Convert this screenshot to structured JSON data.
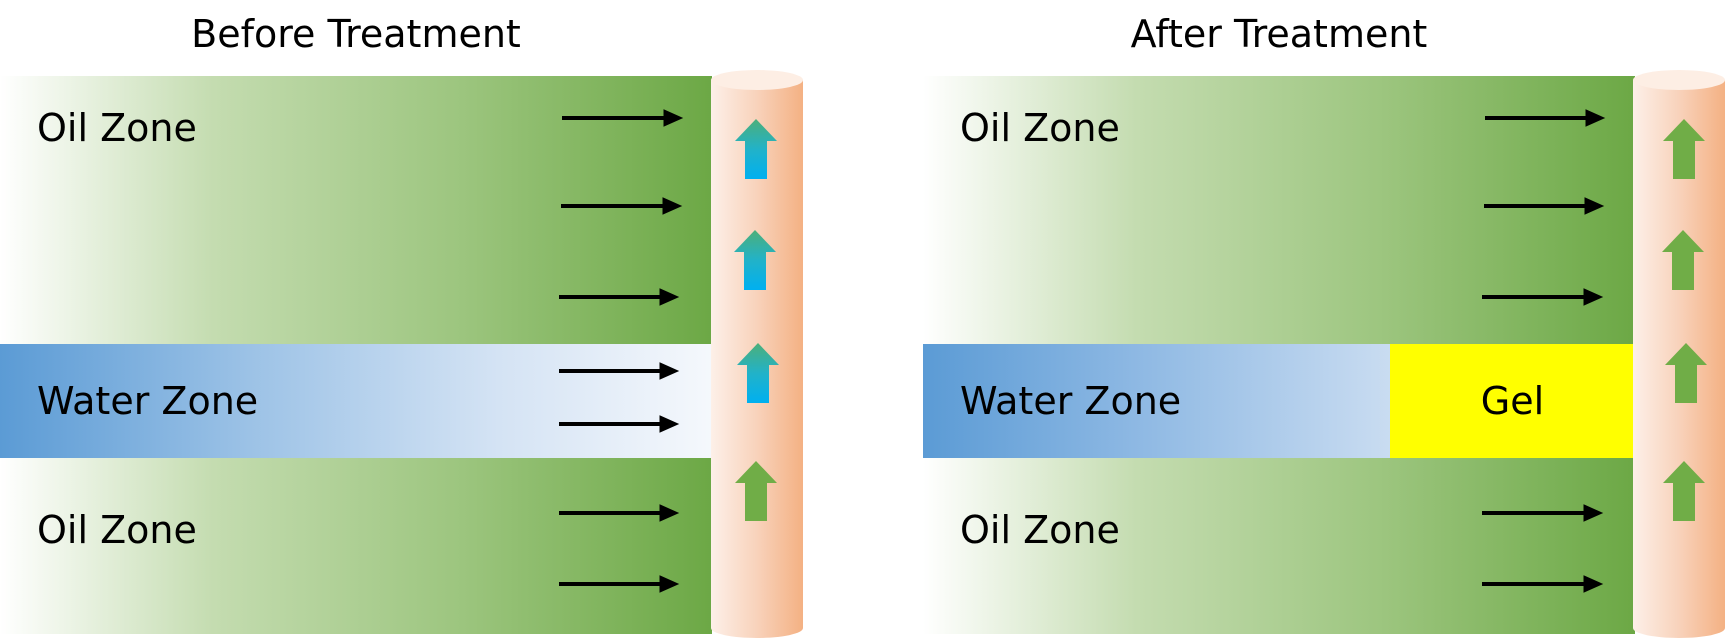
{
  "before": {
    "title": "Before Treatment",
    "oil_top_label": "Oil Zone",
    "water_label": "Water Zone",
    "oil_bottom_label": "Oil Zone"
  },
  "after": {
    "title": "After Treatment",
    "oil_top_label": "Oil Zone",
    "water_label": "Water Zone",
    "gel_label": "Gel",
    "oil_bottom_label": "Oil Zone"
  },
  "colors": {
    "oil_green": "#6ca845",
    "water_blue": "#5b9bd5",
    "gel_yellow": "#ffff00",
    "wellbore": "#f4b183",
    "water_arrow": "#00b0f0",
    "flow_arrow": "#000000"
  }
}
